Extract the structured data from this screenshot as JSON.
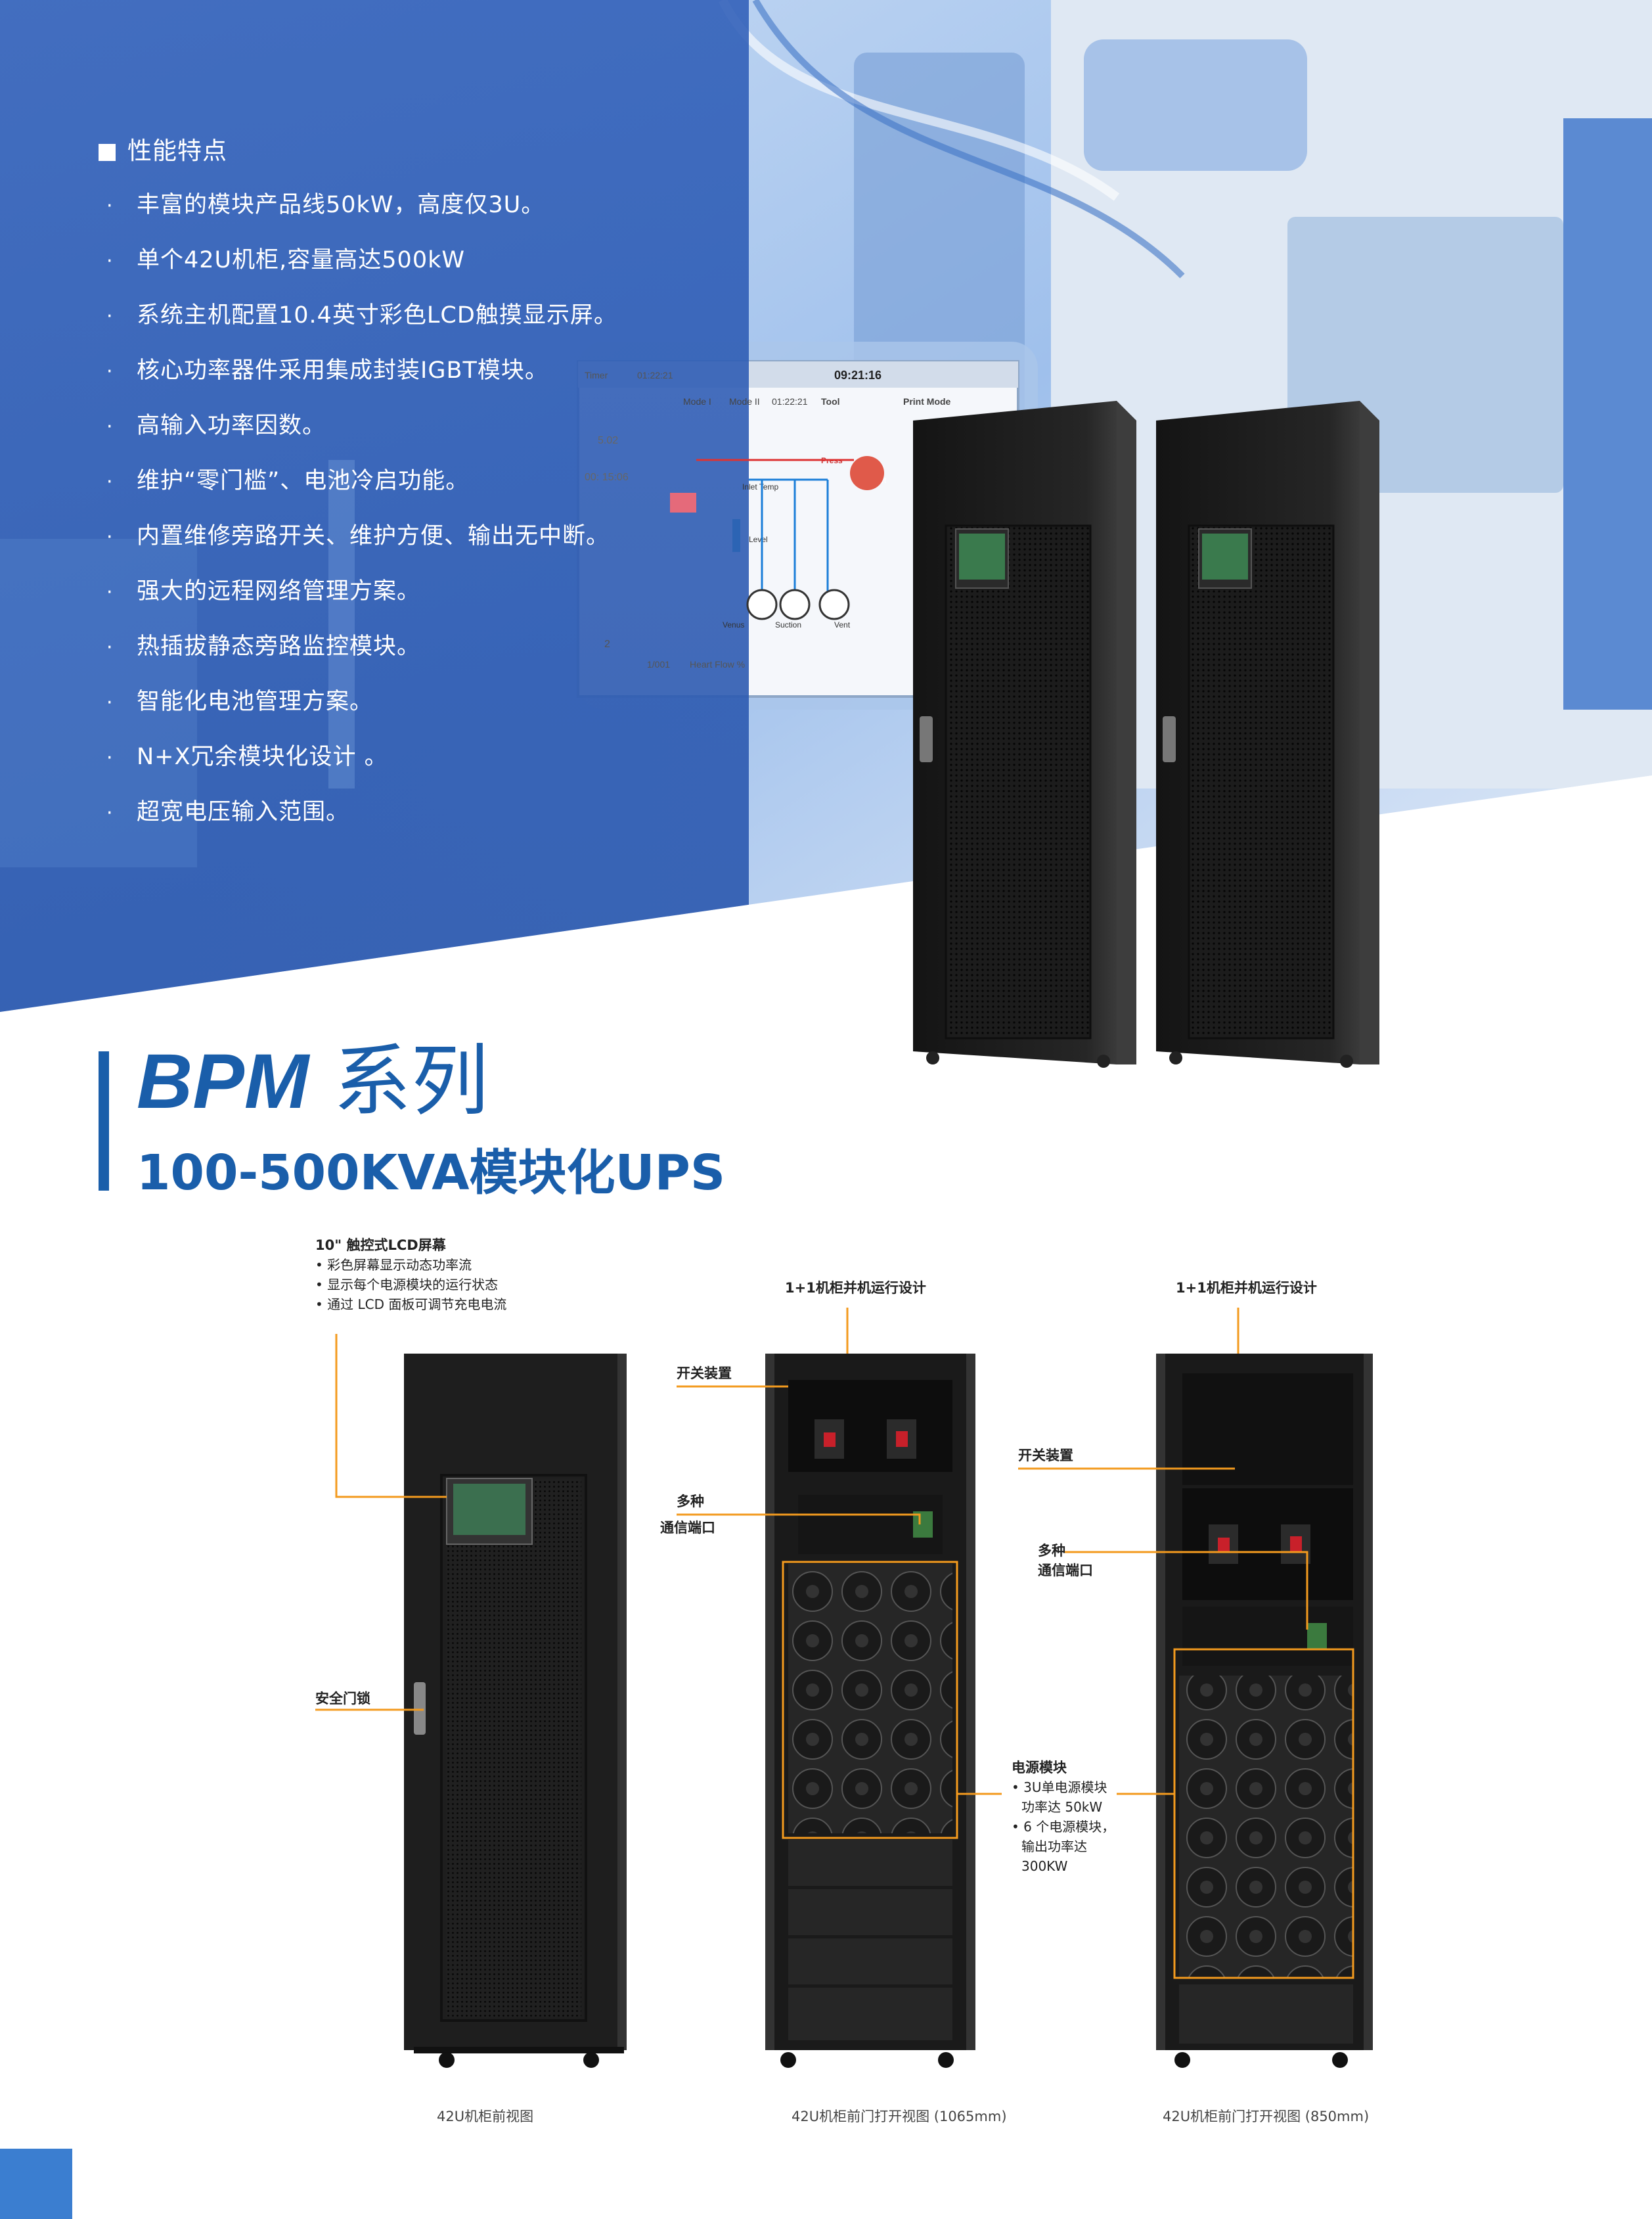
{
  "hero": {
    "features_title": "性能特点",
    "features": [
      "丰富的模块产品线50kW，高度仅3U。",
      "单个42U机柜,容量高达500kW",
      "系统主机配置10.4英寸彩色LCD触摸显示屏。",
      "核心功率器件采用集成封装IGBT模块。",
      "高输入功率因数。",
      "维护“零门槛”、电池冷启功能。",
      "内置维修旁路开关、维护方便、输出无中断。",
      "强大的远程网络管理方案。",
      "热插拔静态旁路监控模块。",
      "智能化电池管理方案。",
      "N+X冗余模块化设计 。",
      "超宽电压输入范围。"
    ],
    "screen": {
      "time_label": "Timer",
      "time_value": "01:22:21",
      "clock": "09:21:16",
      "mode1": "Mode I",
      "mode2": "Mode II",
      "mode2_time": "01:22:21",
      "tool": "Tool",
      "print_mode": "Print Mode",
      "readout1": "5.02",
      "readout2": "00: 15:06",
      "press": "Press",
      "heart": "Heart",
      "inlet_temp": "Inlet Temp",
      "level": "Level",
      "venus": "Venus",
      "suction": "Suction",
      "vent": "Vent",
      "flow": "1/001",
      "heart_flow": "Heart Flow %",
      "side_num": "2"
    }
  },
  "title": {
    "series_latin": "BPM",
    "series_cn": " 系列",
    "subtitle": "100-500KVA模块化UPS"
  },
  "diagram": {
    "lcd_title": "10\" 触控式LCD屏幕",
    "lcd_points": [
      "• 彩色屏幕显示动态功率流",
      "• 显示每个电源模块的运行状态",
      "• 通过 LCD 面板可调节充电电流"
    ],
    "door_lock": "安全门锁",
    "parallel_design_1": "1+1机柜并机运行设计",
    "parallel_design_2": "1+1机柜并机运行设计",
    "switch_1": "开关装置",
    "switch_2": "开关装置",
    "ports_1": [
      "多种",
      "通信端口"
    ],
    "ports_2": [
      "多种",
      "通信端口"
    ],
    "power_module_title": "电源模块",
    "power_module_points": [
      "• 3U单电源模块",
      "功率达 50kW",
      "• 6 个电源模块，",
      "输出功率达",
      "300KW"
    ],
    "captions": [
      "42U机柜前视图",
      "42U机柜前门打开视图 (1065mm)",
      "42U机柜前门打开视图 (850mm)"
    ]
  },
  "colors": {
    "brand_blue": "#1a5eaa",
    "accent_orange": "#f39a1e",
    "cabinet": "#1e1e1e",
    "corner_blue": "#3b7ed0"
  }
}
